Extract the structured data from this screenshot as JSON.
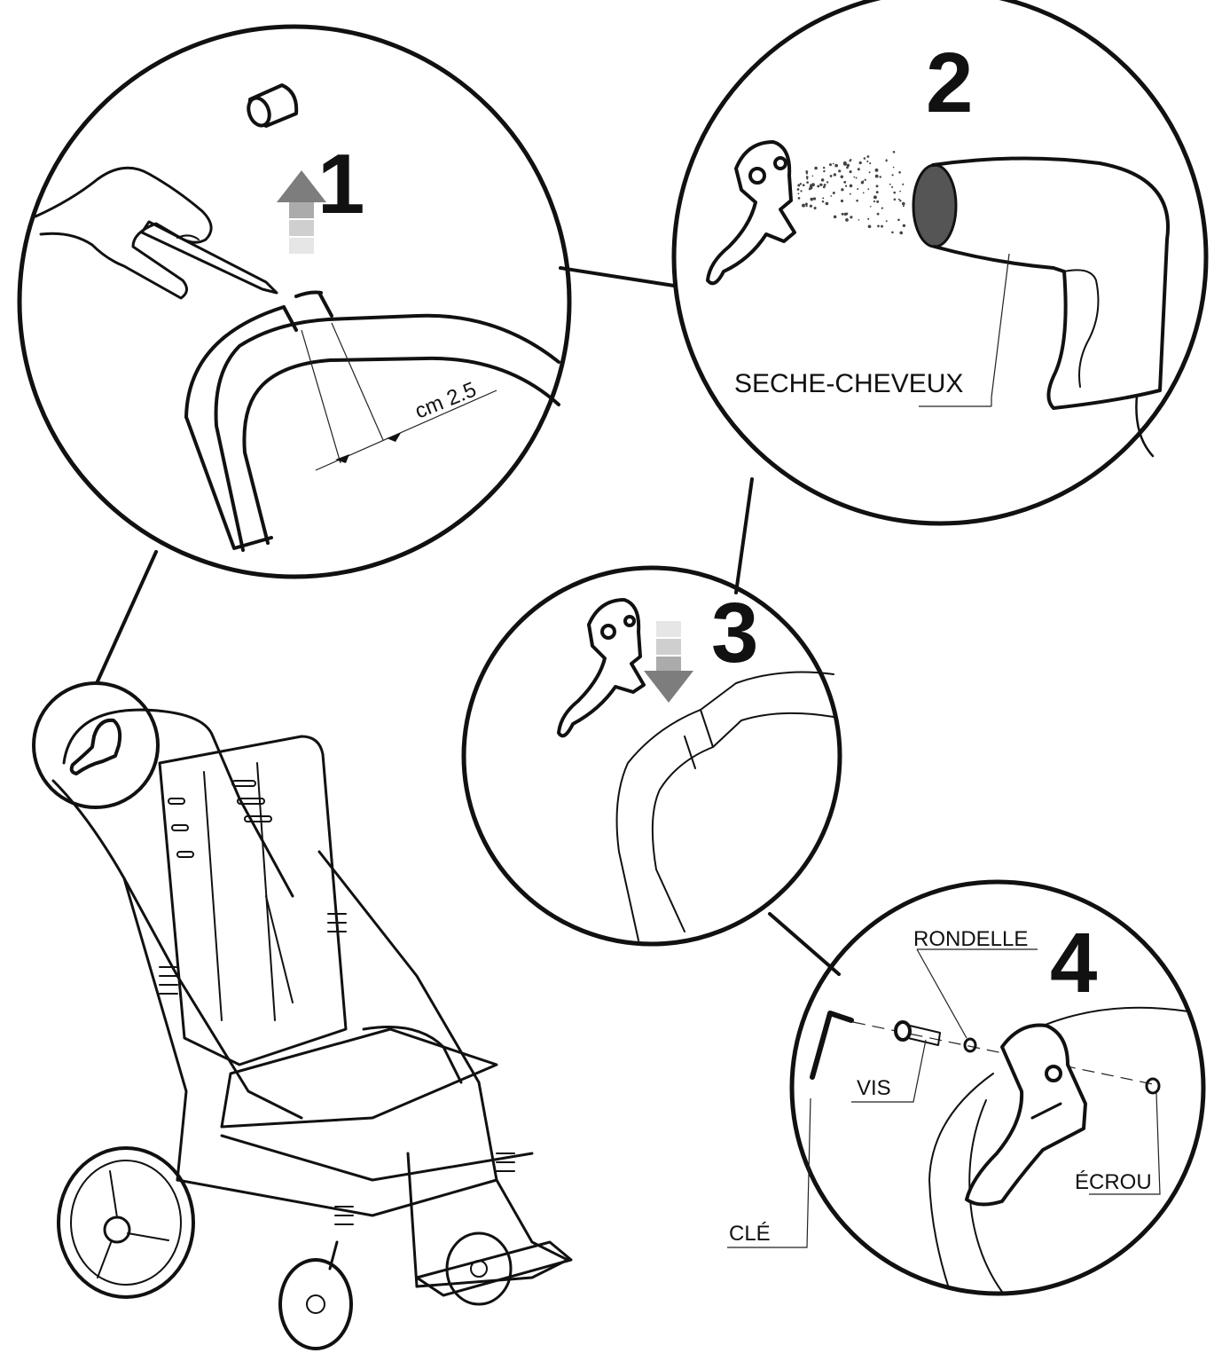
{
  "steps": [
    {
      "number": "1",
      "measure": "cm 2.5"
    },
    {
      "number": "2",
      "label": "SECHE-CHEVEUX"
    },
    {
      "number": "3"
    },
    {
      "number": "4",
      "labels": {
        "washer": "RONDELLE",
        "screw": "VIS",
        "key": "CLÉ",
        "nut": "ÉCROU"
      }
    }
  ],
  "colors": {
    "ink": "#111111",
    "arrow_dark": "#7d7d7d",
    "arrow_light": "#d6d6d6"
  }
}
